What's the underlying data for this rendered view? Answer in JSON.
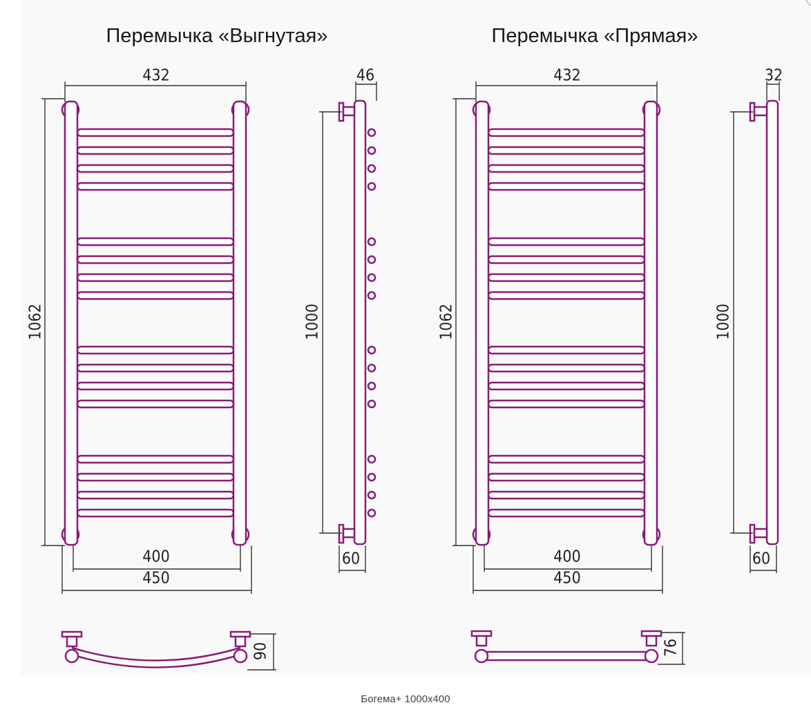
{
  "titles": {
    "left": "Перемычка «Выгнутая»",
    "right": "Перемычка «Прямая»"
  },
  "dimensions": {
    "left": {
      "top_width": "432",
      "height": "1062",
      "side_height": "1000",
      "side_depth_top": "46",
      "side_depth_bottom": "60",
      "center_distance": "400",
      "overall_width": "450",
      "plan_depth": "90"
    },
    "right": {
      "top_width": "432",
      "height": "1062",
      "side_height": "1000",
      "side_depth_top": "32",
      "side_depth_bottom": "60",
      "center_distance": "400",
      "overall_width": "450",
      "plan_depth": "76"
    }
  },
  "caption": "Богема+ 1000х400",
  "colors": {
    "pipe_outline": "#8a1a78",
    "pipe_fill": "#ffffff",
    "dimension_line": "#333333",
    "background": "#f9f9f9"
  },
  "icons": [
    "corner-mark-icon"
  ]
}
